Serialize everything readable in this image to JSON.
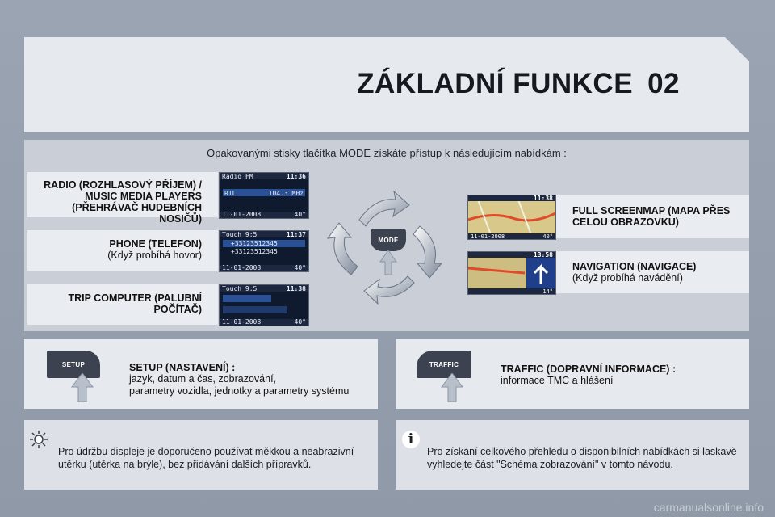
{
  "header": {
    "title": "ZÁKLADNÍ FUNKCE",
    "chapter": "02"
  },
  "intro": "Opakovanými stisky tlačítka MODE získáte přístup k následujícím nabídkám :",
  "mode_button": {
    "label": "MODE"
  },
  "modes_left": [
    {
      "title_lines": [
        "RADIO (ROZHLASOVÝ PŘÍJEM) /",
        "MUSIC MEDIA PLAYERS",
        "(PŘEHRÁVAČ HUDEBNÍCH NOSIČŮ)"
      ],
      "subtitle": "",
      "screen_time": "11:36",
      "screen_title": "Radio FM",
      "screen_rows": [
        "RTL",
        "104.3 MHz"
      ],
      "screen_footer": "11-01-2008",
      "screen_temp": "40°"
    },
    {
      "title_lines": [
        "PHONE (TELEFON)"
      ],
      "subtitle": "(Když probíhá hovor)",
      "screen_time": "11:37",
      "screen_title": "Touch 9:5",
      "screen_rows": [
        "+33123512345",
        "+33123512345"
      ],
      "screen_footer": "11-01-2008",
      "screen_temp": "40°"
    },
    {
      "title_lines": [
        "TRIP COMPUTER (PALUBNÍ",
        "POČÍTAČ)"
      ],
      "subtitle": "",
      "screen_time": "11:38",
      "screen_title": "Touch 9:5",
      "screen_rows": [
        "",
        ""
      ],
      "screen_footer": "11-01-2008",
      "screen_temp": "40°"
    }
  ],
  "modes_right": [
    {
      "title_lines": [
        "FULL SCREENMAP (MAPA PŘES",
        "CELOU OBRAZOVKU)"
      ],
      "subtitle": "",
      "screen_time": "11:38",
      "screen_footer": "11-01-2008",
      "screen_temp": "40°"
    },
    {
      "title_lines": [
        "NAVIGATION (NAVIGACE)"
      ],
      "subtitle": "(Když probíhá navádění)",
      "screen_time": "13:58",
      "screen_footer": "",
      "screen_temp": "14°"
    }
  ],
  "setup_box": {
    "button_label": "SETUP",
    "title": "SETUP (NASTAVENÍ) :",
    "lines": [
      "jazyk, datum a čas, zobrazování,",
      "parametry vozidla, jednotky a parametry systému"
    ]
  },
  "traffic_box": {
    "button_label": "TRAFFIC",
    "title": "TRAFFIC (DOPRAVNÍ INFORMACE) :",
    "lines": [
      "informace TMC a hlášení"
    ]
  },
  "note_left": {
    "icon": "sun-icon",
    "lines": [
      "Pro údržbu displeje je doporučeno používat měkkou a neabrazivní",
      "utěrku (utěrka na brýle), bez přidávání dalších přípravků."
    ]
  },
  "note_right": {
    "icon": "info-icon",
    "icon_glyph": "i",
    "lines": [
      "Pro získání celkového přehledu o disponibilních nabídkách si laskavě",
      "vyhledejte část \"Schéma zobrazování\" v tomto návodu."
    ]
  },
  "footer": {
    "watermark": "carmanualsonline.info"
  },
  "colors": {
    "page_bg": "#949eac",
    "panel_light": "#e6e9ee",
    "panel_mid": "#c9ced7",
    "screen_bg": "#101a2e",
    "screen_highlight": "#2f5aa8"
  }
}
